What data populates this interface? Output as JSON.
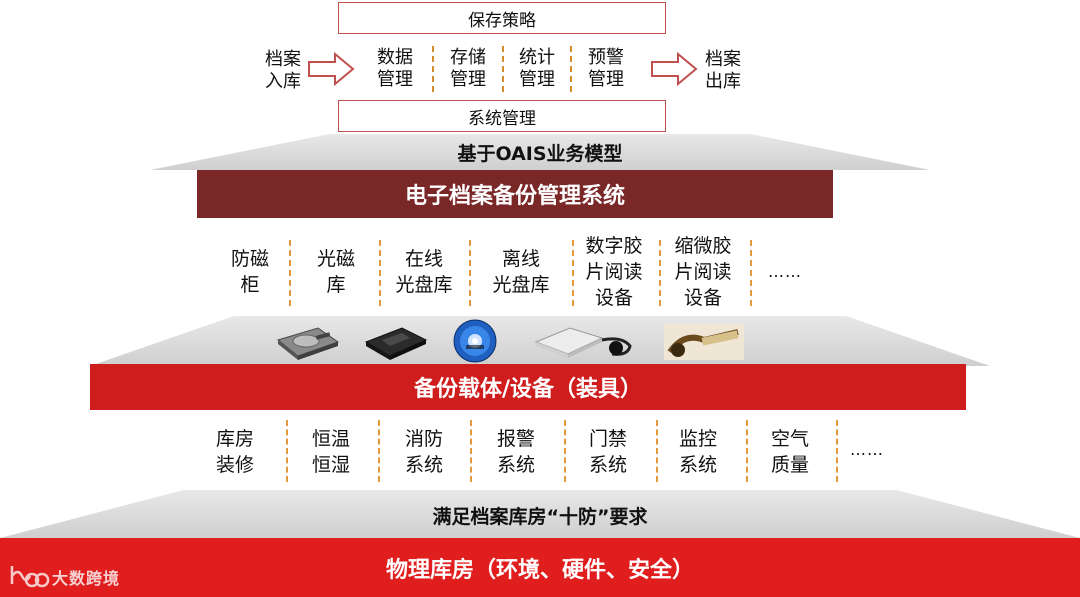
{
  "top": {
    "preservation_strategy": "保存策略",
    "system_management": "系统管理",
    "archive_in": "档案\n入库",
    "archive_out": "档案\n出库",
    "modules": [
      "数据\n管理",
      "存储\n管理",
      "统计\n管理",
      "预警\n管理"
    ]
  },
  "oais_band": "基于OAIS业务模型",
  "system_bar": "电子档案备份管理系统",
  "devices": {
    "items": [
      "防磁\n柜",
      "光磁\n库",
      "在线\n光盘库",
      "离线\n光盘库",
      "数字胶\n片阅读\n设备",
      "缩微胶\n片阅读\n设备"
    ],
    "more": "……",
    "icons": [
      "hard-drive-icon",
      "optical-drive-icon",
      "blu-ray-disc-icon",
      "external-drive-icon",
      "microfilm-reader-icon"
    ]
  },
  "carrier_bar": "备份载体/设备（装具）",
  "facilities": {
    "items": [
      "库房\n装修",
      "恒温\n恒湿",
      "消防\n系统",
      "报警\n系统",
      "门禁\n系统",
      "监控\n系统",
      "空气\n质量"
    ],
    "more": "……"
  },
  "ten_band": "满足档案库房“十防”要求",
  "physical_bar": "物理库房（环境、硬件、安全）",
  "watermark": "大数跨境",
  "colors": {
    "dark_red": "#7a2727",
    "red": "#e01e1e",
    "box_border": "#c0504d",
    "separator": "#e39a3a"
  }
}
